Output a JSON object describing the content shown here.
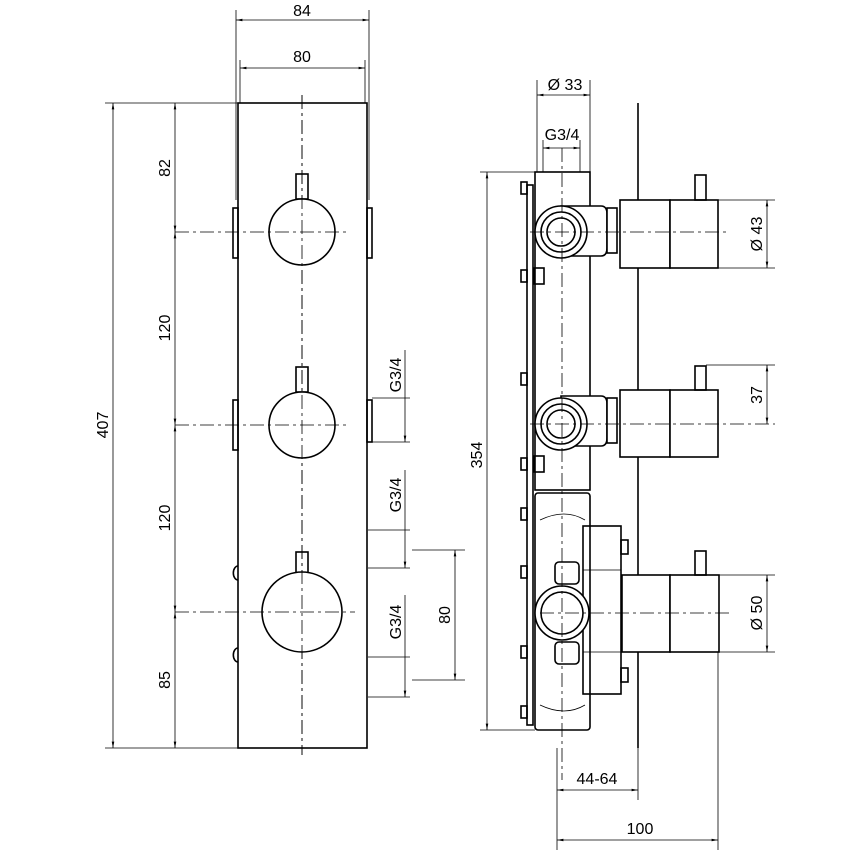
{
  "title": "Thermostatic concealed shower valve with 3 controls — dimension drawing",
  "front_view": {
    "width_outer": "84",
    "width_plate": "80",
    "height_total": "407",
    "spacing_top": "82",
    "spacing_1": "120",
    "spacing_2": "120",
    "spacing_bottom": "85",
    "outlet_1": "G3/4",
    "outlet_2": "G3/4",
    "outlet_3": "G3/4",
    "outlet_spacing": "80"
  },
  "side_view": {
    "pipe_diameter": "Ø 33",
    "inlet_thread": "G3/4",
    "body_height": "354",
    "knob_small_diameter": "Ø 43",
    "lever_height": "37",
    "knob_large_diameter": "Ø 50",
    "wall_depth_range": "44-64",
    "total_depth": "100"
  }
}
